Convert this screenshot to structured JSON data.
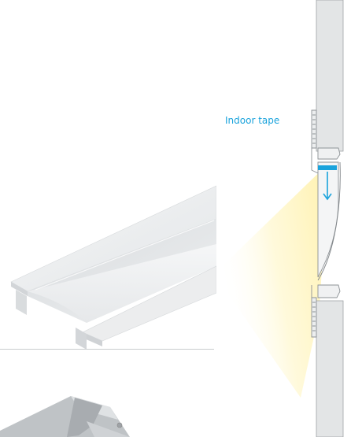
{
  "label": {
    "text": "Indoor tape"
  },
  "colors": {
    "label": "#1aa3dc",
    "led_strip": "#1aa3dc",
    "light_beam": "#fff3b0",
    "wall_panel": "#e3e5e6",
    "profile_aluminium": "#e9ebec",
    "divider": "#c9ccce"
  },
  "graphics": {
    "top_product_photo": "aluminium-profile-angle-view",
    "bottom_product_photo": "aluminium-profile-end-view",
    "cross_section": "recessed-profile-cross-section-diagram",
    "arrow_icon": "arrow-down-icon"
  }
}
